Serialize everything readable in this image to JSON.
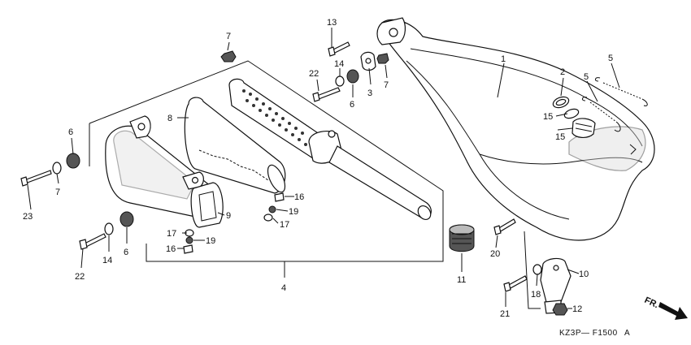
{
  "diagram": {
    "code": "KZ3P— F1500",
    "revision": "A",
    "direction": "FR.",
    "labels": {
      "l1": "1",
      "l2": "2",
      "l3": "3",
      "l4": "4",
      "l5a": "5",
      "l5b": "5",
      "l6a": "6",
      "l6b": "6",
      "l6c": "6",
      "l7a": "7",
      "l7b": "7",
      "l7c": "7",
      "l8": "8",
      "l9": "9",
      "l10": "10",
      "l11": "11",
      "l12": "12",
      "l13": "13",
      "l14a": "14",
      "l14b": "14",
      "l15a": "15",
      "l15b": "15",
      "l16a": "16",
      "l16b": "16",
      "l17a": "17",
      "l17b": "17",
      "l18": "18",
      "l19a": "19",
      "l19b": "19",
      "l20": "20",
      "l21": "21",
      "l22a": "22",
      "l22b": "22",
      "l23": "23"
    }
  }
}
